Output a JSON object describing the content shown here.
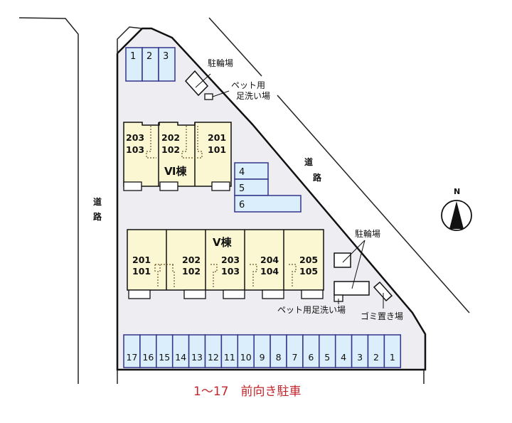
{
  "colors": {
    "site_fill": "#eeeef2",
    "building_fill": "#fbf7d2",
    "parking_fill": "#dbeefb",
    "parking_stroke": "#33338a",
    "caption": "#c0262c"
  },
  "roads": {
    "west_label_1": "道",
    "west_label_2": "路",
    "northeast_label_1": "道",
    "northeast_label_2": "路"
  },
  "compass": {
    "label": "N"
  },
  "parking_north": [
    "1",
    "2",
    "3"
  ],
  "parking_middle": [
    "4",
    "5",
    "6"
  ],
  "parking_south": [
    "17",
    "16",
    "15",
    "14",
    "13",
    "12",
    "11",
    "10",
    "9",
    "8",
    "7",
    "6",
    "5",
    "4",
    "3",
    "2",
    "1"
  ],
  "building_vi": {
    "name": "Ⅵ棟",
    "units": [
      {
        "upper": "203",
        "lower": "103"
      },
      {
        "upper": "202",
        "lower": "102"
      },
      {
        "upper": "201",
        "lower": "101"
      }
    ]
  },
  "building_v": {
    "name": "Ⅴ棟",
    "units": [
      {
        "upper": "201",
        "lower": "101"
      },
      {
        "upper": "202",
        "lower": "102"
      },
      {
        "upper": "203",
        "lower": "103"
      },
      {
        "upper": "204",
        "lower": "104"
      },
      {
        "upper": "205",
        "lower": "105"
      }
    ]
  },
  "facilities": {
    "bicycle_north": "駐輪場",
    "pet_wash_north_1": "ペット用",
    "pet_wash_north_2": "足洗い場",
    "bicycle_south": "駐輪場",
    "pet_wash_south": "ペット用足洗い場",
    "garbage": "ゴミ置き場"
  },
  "caption": "1～17　前向き駐車"
}
